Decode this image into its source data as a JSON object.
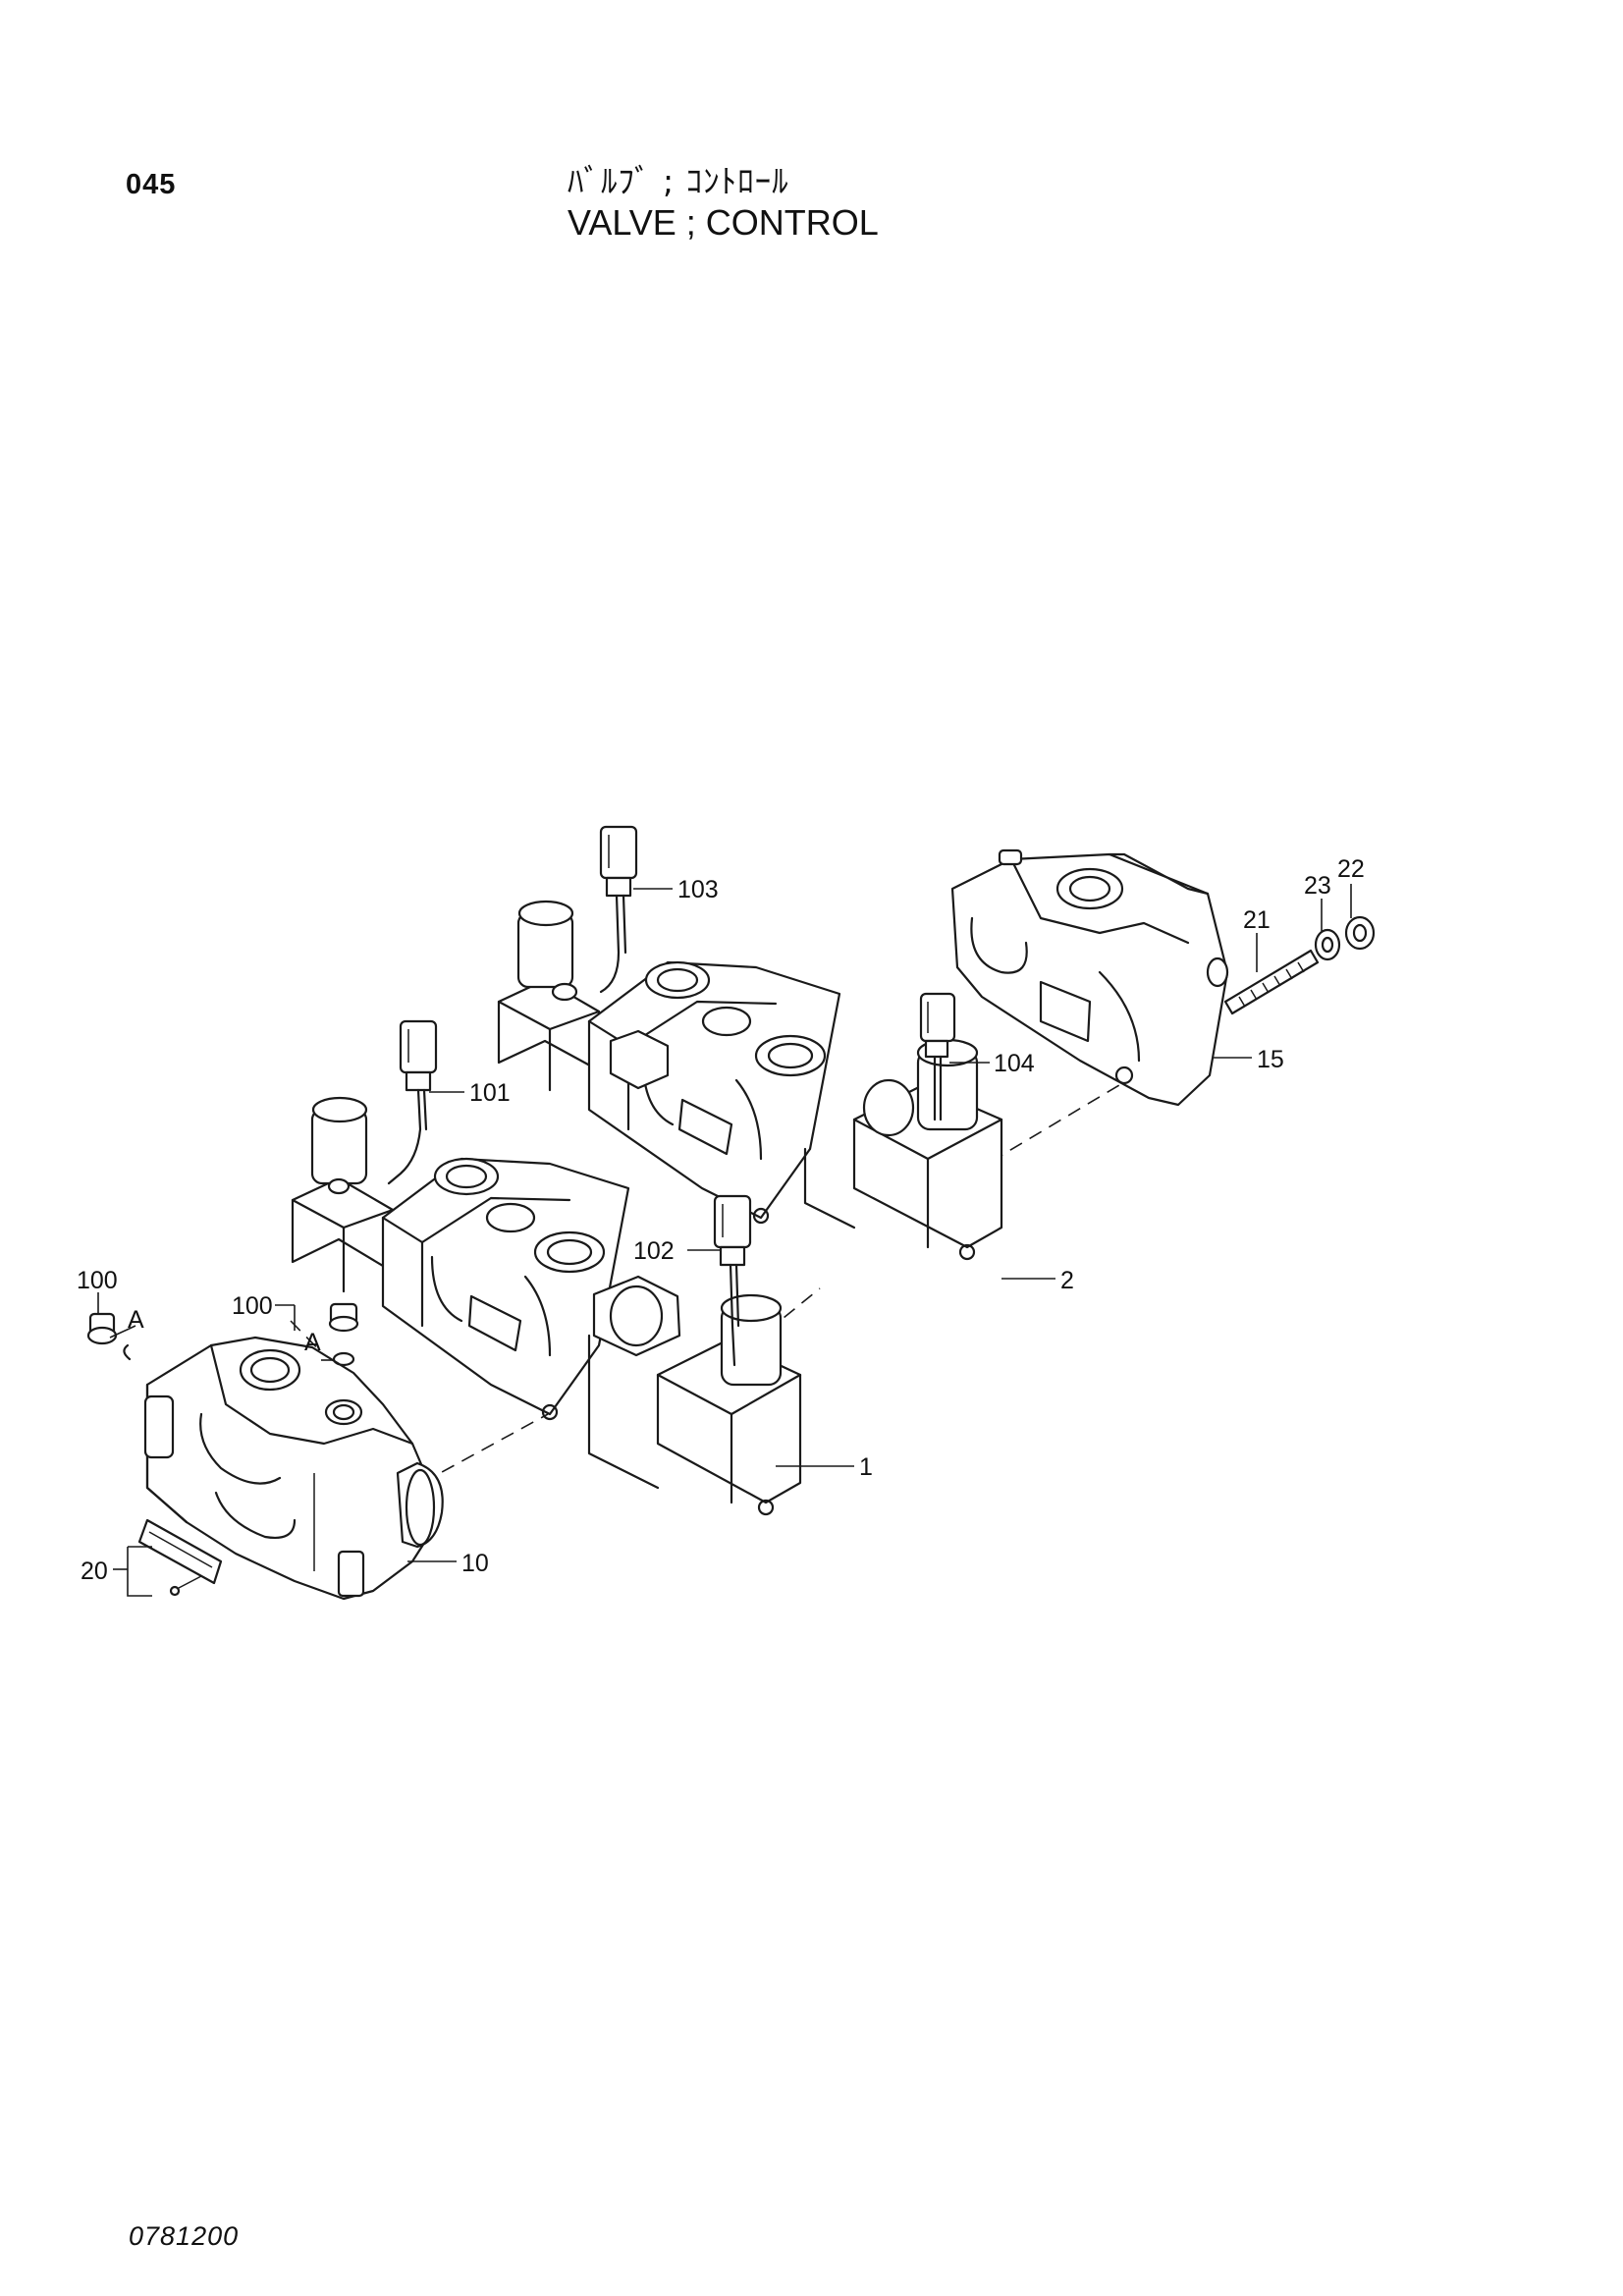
{
  "header": {
    "page_number": "045",
    "title_jp": "ﾊﾞﾙﾌﾞ ; ｺﾝﾄﾛｰﾙ",
    "title_en": "VALVE ; CONTROL"
  },
  "footer": {
    "drawing_code": "0781200"
  },
  "diagram": {
    "callouts": {
      "c1": "1",
      "c2": "2",
      "c10": "10",
      "c15": "15",
      "c20": "20",
      "c21": "21",
      "c22": "22",
      "c23": "23",
      "c100a": "100",
      "c100b": "100",
      "c101": "101",
      "c102": "102",
      "c103": "103",
      "c104": "104",
      "refA1": "A",
      "refA2": "A"
    }
  }
}
